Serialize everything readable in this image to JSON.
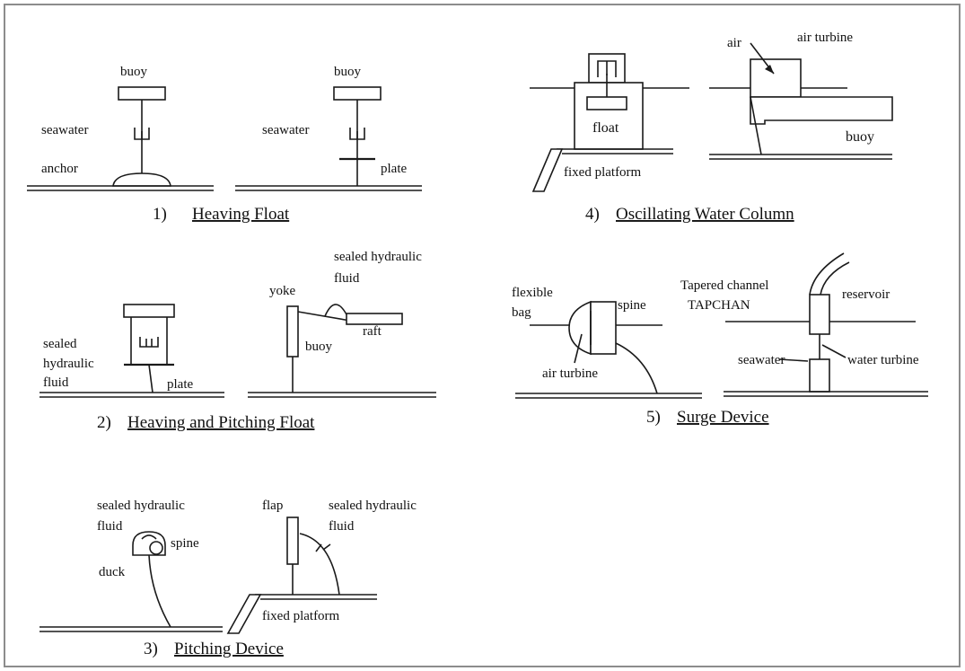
{
  "panels": [
    {
      "number": "1)",
      "title": "Heaving Float",
      "labels": [
        "buoy",
        "seawater",
        "anchor",
        "buoy",
        "seawater",
        "plate"
      ]
    },
    {
      "number": "2)",
      "title": "Heaving and Pitching Float",
      "labels": [
        "sealed",
        "hydraulic",
        "fluid",
        "plate",
        "sealed hydraulic",
        "fluid",
        "yoke",
        "raft",
        "buoy"
      ]
    },
    {
      "number": "3)",
      "title": "Pitching Device",
      "labels": [
        "sealed hydraulic",
        "fluid",
        "spine",
        "duck",
        "flap",
        "sealed hydraulic",
        "fluid",
        "fixed platform"
      ]
    },
    {
      "number": "4)",
      "title": "Oscillating Water Column",
      "labels": [
        "float",
        "fixed platform",
        "air",
        "air turbine",
        "buoy"
      ]
    },
    {
      "number": "5)",
      "title": "Surge Device",
      "labels": [
        "flexible",
        "bag",
        "spine",
        "air turbine",
        "Tapered channel",
        "TAPCHAN",
        "reservoir",
        "seawater",
        "water turbine"
      ]
    }
  ]
}
